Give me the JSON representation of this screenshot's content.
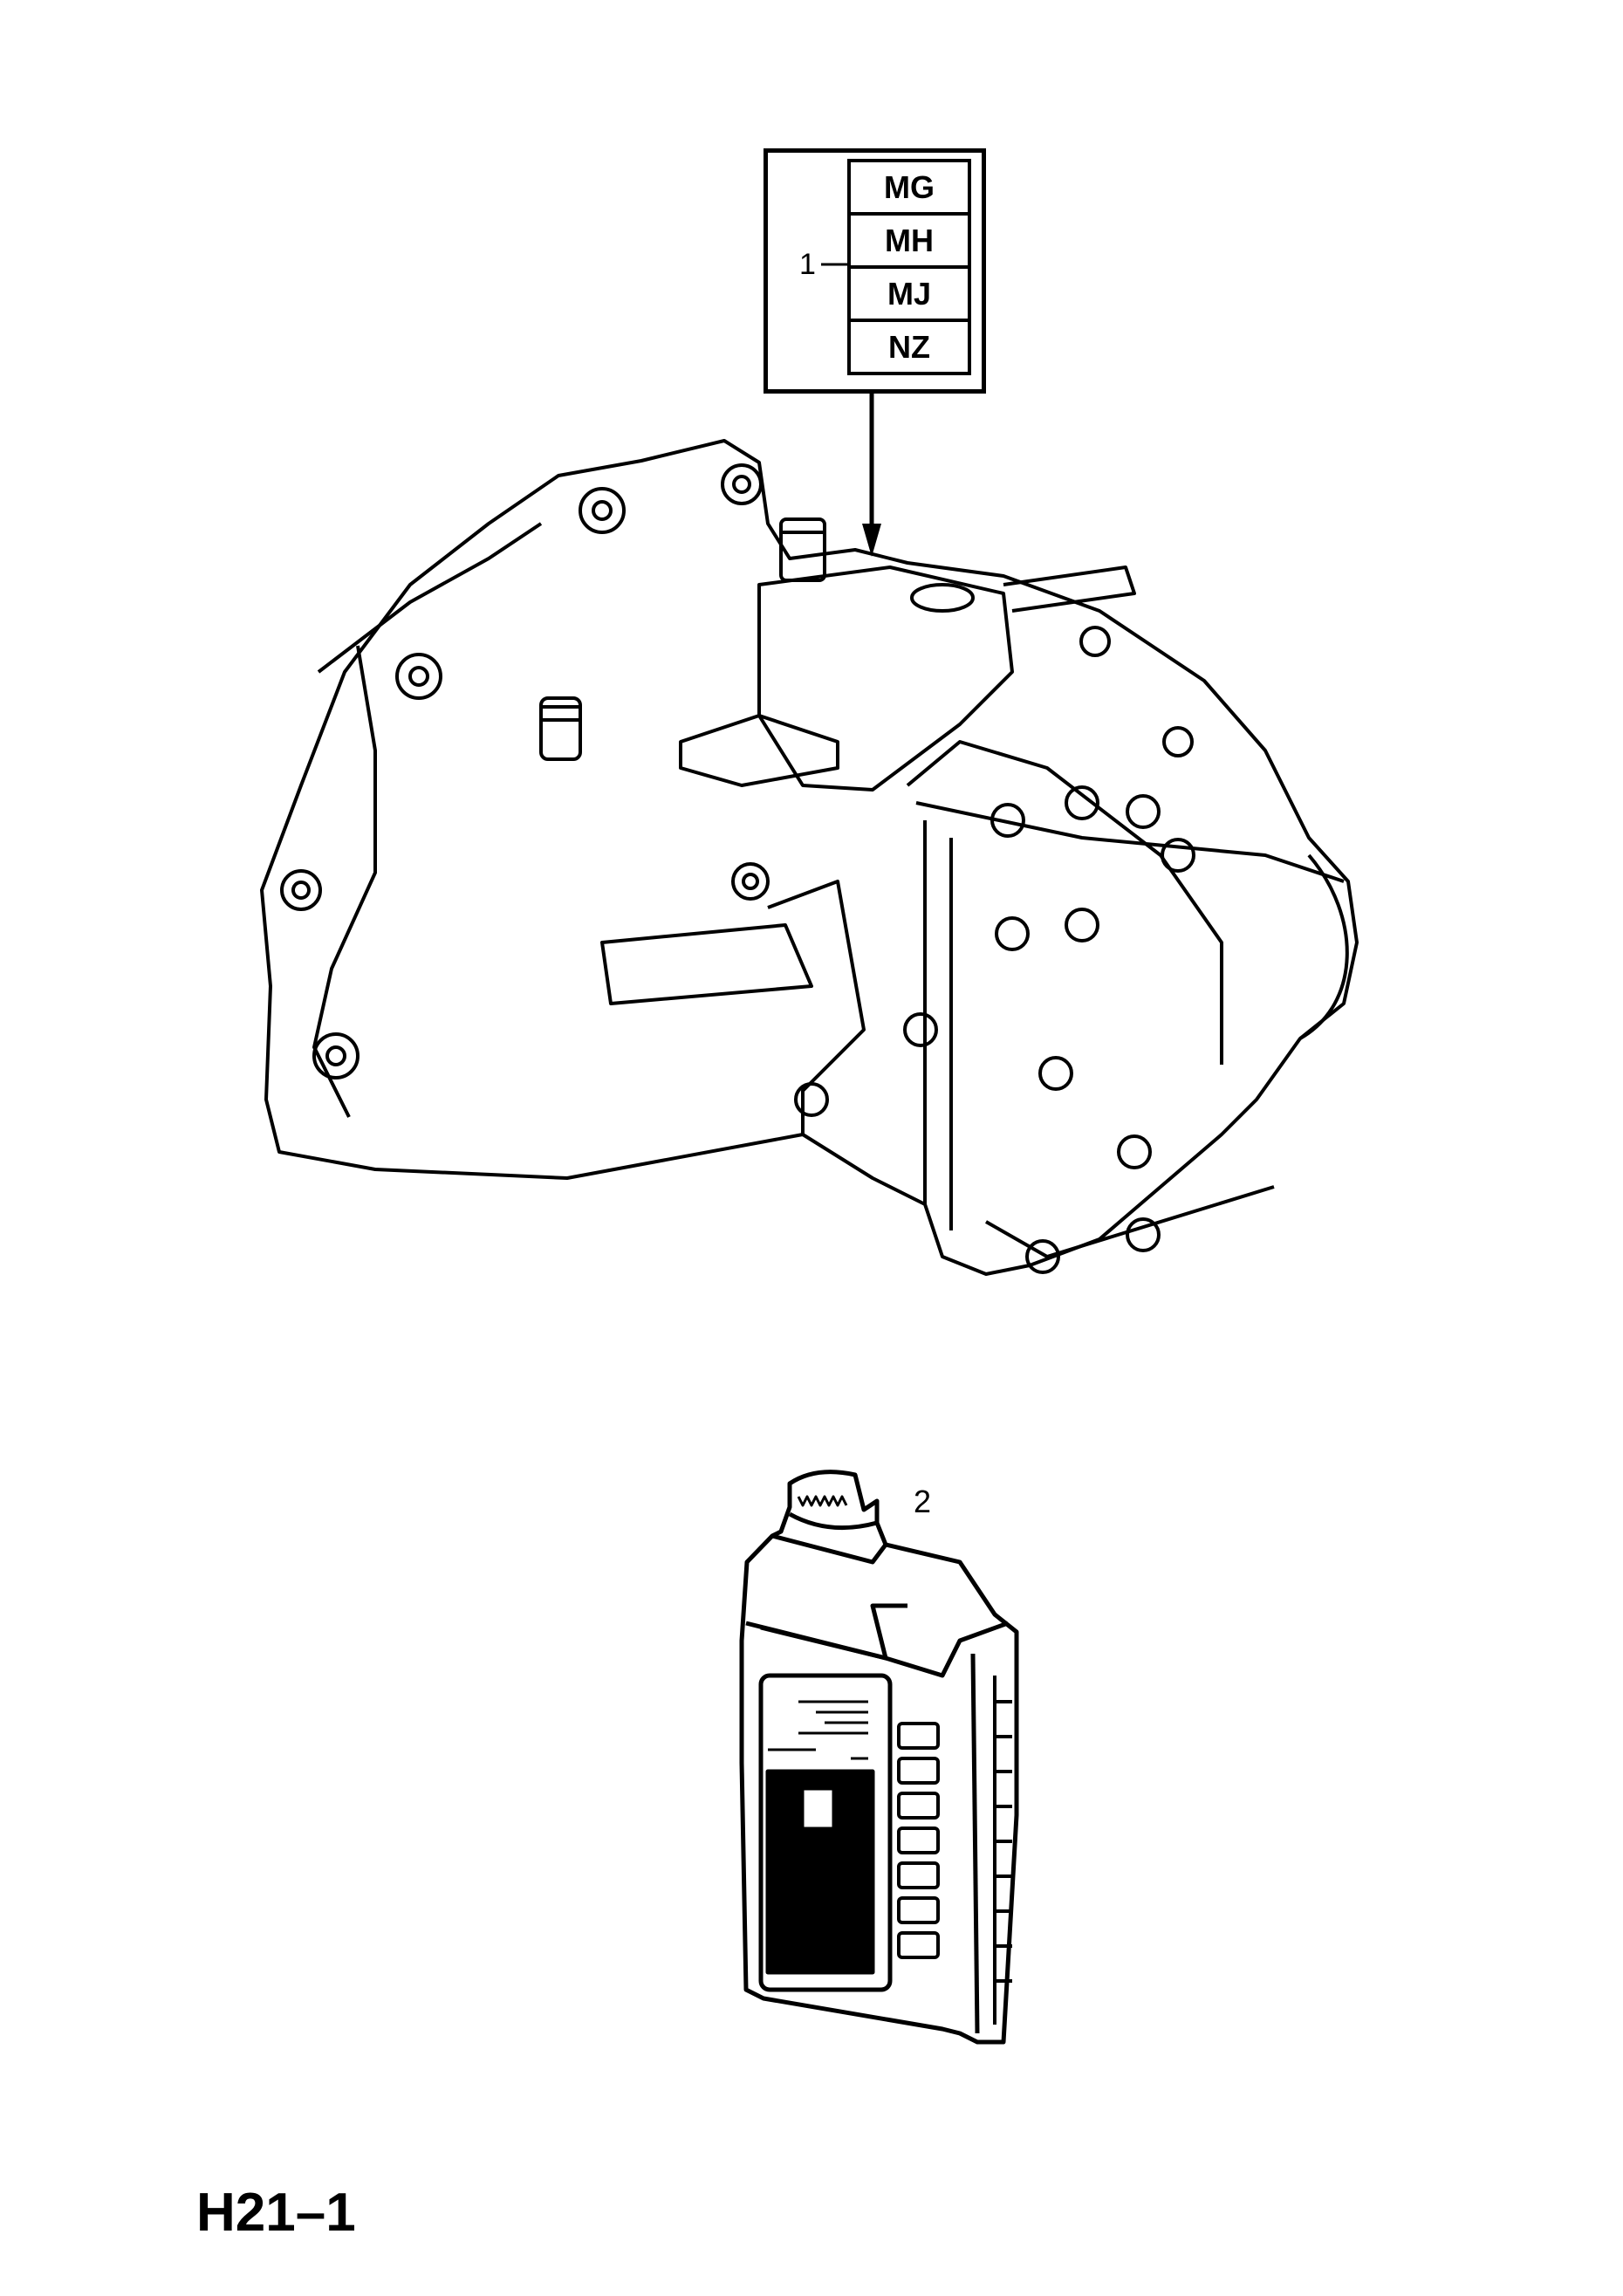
{
  "diagram": {
    "page_code": "H21–1",
    "callouts": [
      {
        "number": "1",
        "variants": [
          "MG",
          "MH",
          "MJ",
          "NZ"
        ]
      },
      {
        "number": "2"
      }
    ]
  }
}
